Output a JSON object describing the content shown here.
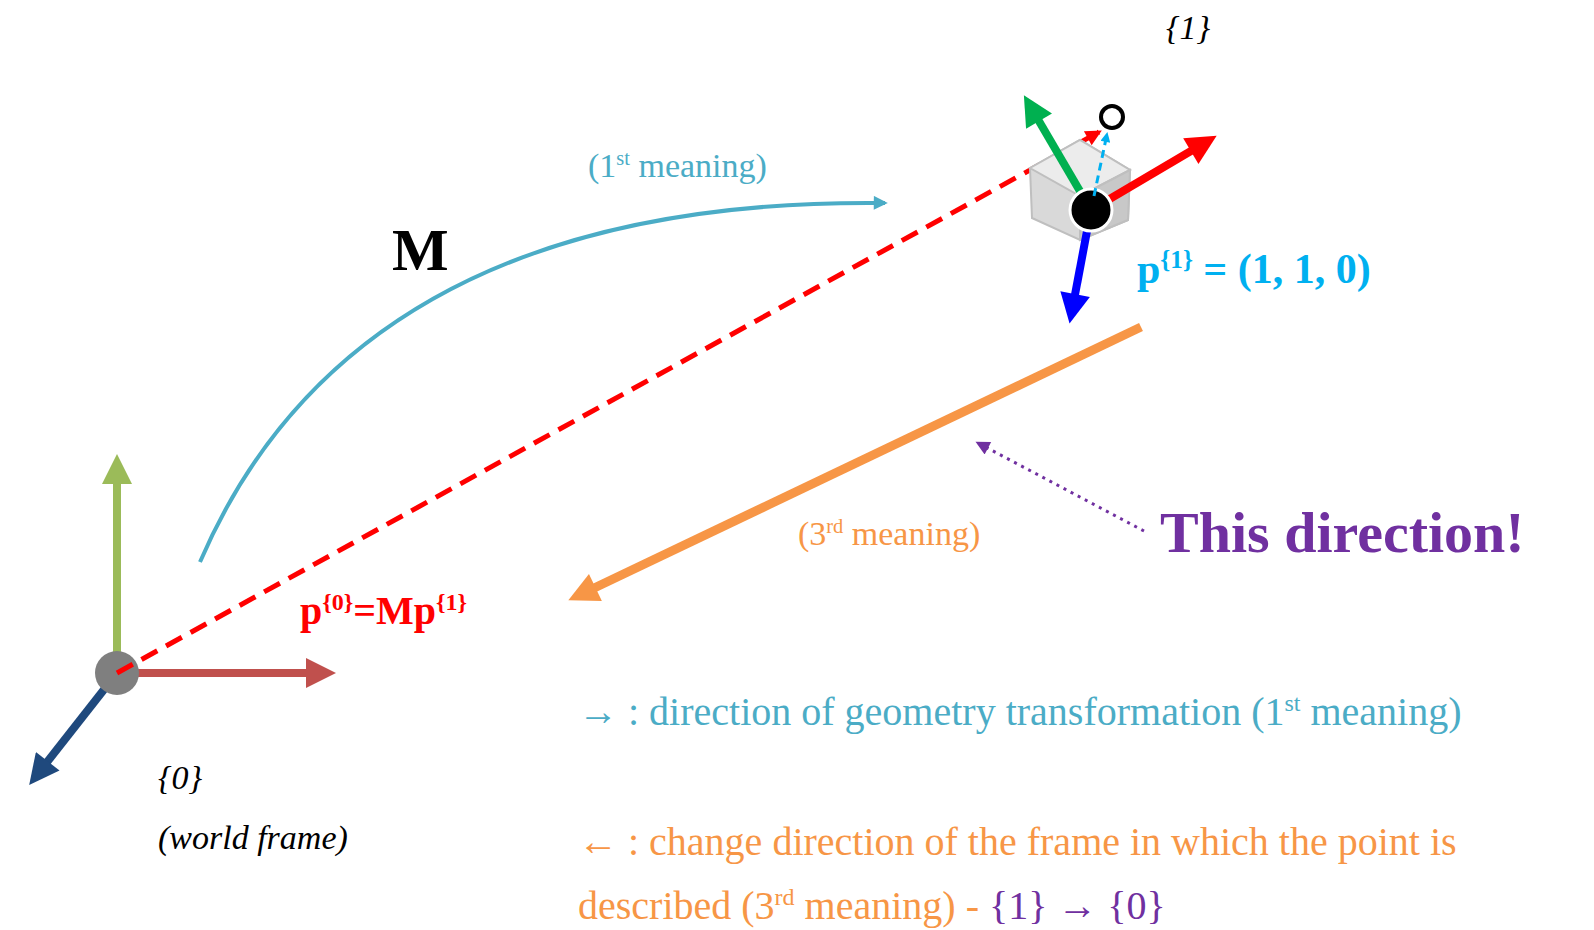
{
  "diagram": {
    "labels": [
      "{1}",
      "(1st meaning)",
      "M",
      "p{1} = (1, 1, 0)",
      "This direction!",
      "(3rd meaning)",
      "p{0}=Mp{1}",
      "{0}",
      "(world frame)",
      "→ : direction of geometry transformation (1st meaning)",
      "← : change direction of the frame in which the point is described (3rd meaning) - {1} → {0}"
    ]
  }
}
